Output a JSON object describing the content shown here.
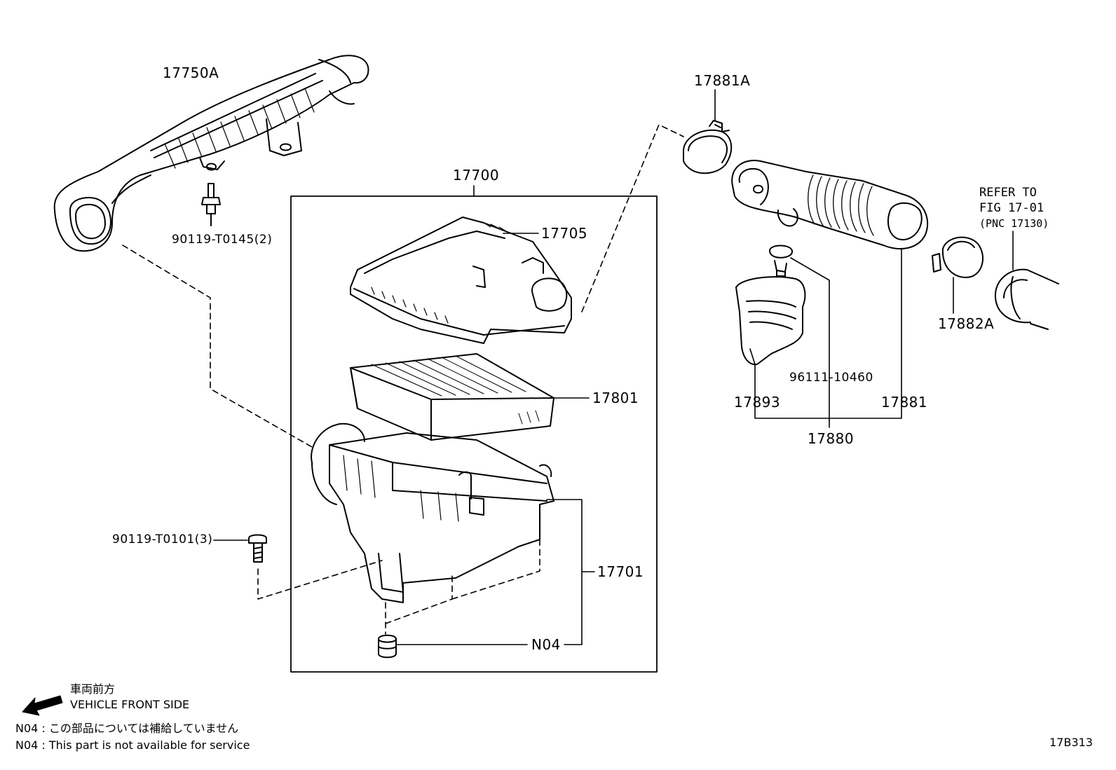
{
  "parts": {
    "p17750A": "17750A",
    "p90119_T0145": "90119-T0145(2)",
    "p17700": "17700",
    "p17705": "17705",
    "p17801": "17801",
    "p17701": "17701",
    "pN04": "N04",
    "p90119_T0101": "90119-T0101(3)",
    "p17881A": "17881A",
    "p17882A": "17882A",
    "p17893": "17893",
    "p96111_10460": "96111-10460",
    "p17881": "17881",
    "p17880": "17880"
  },
  "refer": {
    "line1": "REFER TO",
    "line2": "FIG 17-01",
    "line3": "(PNC 17130)"
  },
  "direction": {
    "jp": "車両前方",
    "en": "VEHICLE FRONT SIDE",
    "arrow_icon": "arrow-left-icon"
  },
  "notes": {
    "jp": "N04 : この部品については補給していません",
    "en": "N04 : This part is not available for service"
  },
  "figure_code": "17B313"
}
